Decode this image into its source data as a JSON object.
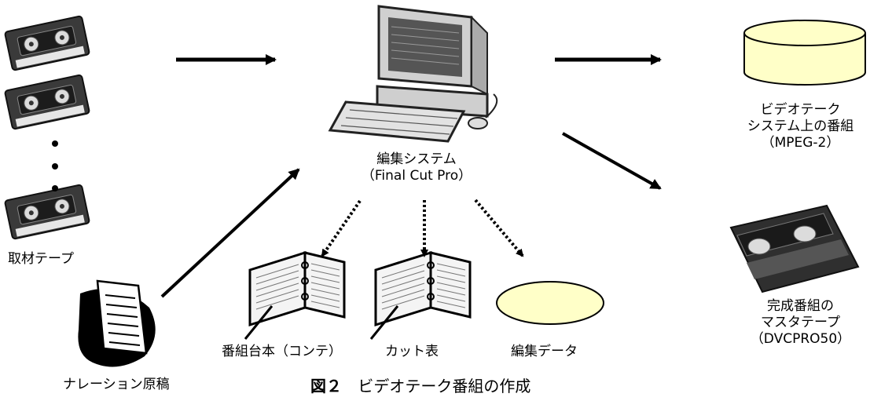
{
  "labels": {
    "source_tapes": "取材テープ",
    "narration": "ナレーション原稿",
    "system_line1": "編集システム",
    "system_line2": "（Final Cut Pro）",
    "script": "番組台本（コンテ）",
    "cut_list": "カット表",
    "edit_data": "編集データ",
    "videotheque_line1": "ビデオテーク",
    "videotheque_line2": "システム上の番組",
    "videotheque_line3": "（MPEG-2）",
    "master_line1": "完成番組の",
    "master_line2": "マスタテープ",
    "master_line3": "（DVCPRO50）"
  },
  "caption": {
    "figure": "図２",
    "title": "ビデオテーク番組の作成"
  },
  "colors": {
    "database_fill": "#ffffc8",
    "ellipse_fill": "#ffffc8",
    "cassette_body": "#3a3a3a",
    "arrow": "#000000"
  },
  "icons": {
    "tape": "vhs-cassette-icon",
    "computer": "computer-icon",
    "document": "document-icon",
    "notebook": "notebook-icon",
    "database": "database-cylinder-icon",
    "data": "ellipse-data-icon"
  }
}
